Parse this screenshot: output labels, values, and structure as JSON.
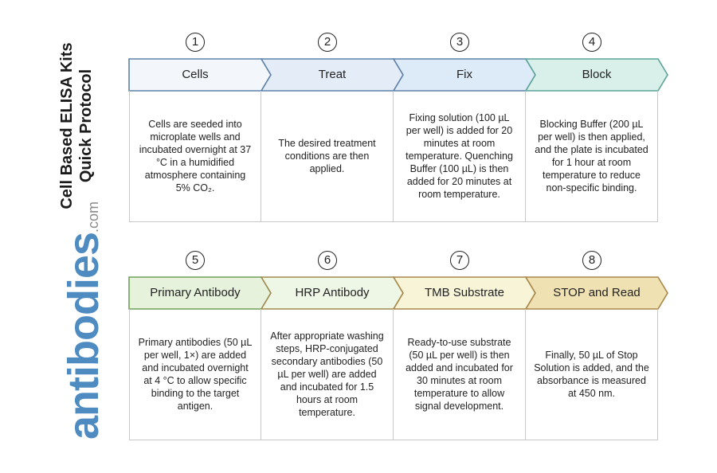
{
  "title": {
    "line1": "Cell Based ELISA Kits",
    "line2": "Quick Protocol"
  },
  "logo": {
    "text": "antibodies",
    "suffix": ".com",
    "color": "#4e8bc1"
  },
  "rows": [
    {
      "steps": [
        {
          "number": "1",
          "label": "Cells",
          "fill": "#f3f7fb",
          "stroke": "#5f82a8",
          "text": "Cells are seeded into microplate wells and incubated overnight at 37 °C in a humidified atmosphere containing 5% CO₂."
        },
        {
          "number": "2",
          "label": "Treat",
          "fill": "#e4ecf8",
          "stroke": "#5f82a8",
          "text": "The desired treatment conditions are then applied."
        },
        {
          "number": "3",
          "label": "Fix",
          "fill": "#ddeaf8",
          "stroke": "#5f82a8",
          "text": "Fixing solution (100 µL per well) is added for 20 minutes at room temperature. Quenching Buffer (100 µL) is then added for 20 minutes at room temperature."
        },
        {
          "number": "4",
          "label": "Block",
          "fill": "#d8efea",
          "stroke": "#5aa398",
          "text": "Blocking Buffer (200 µL per well) is then applied, and the plate is incubated for 1 hour at room temperature to reduce non-specific binding."
        }
      ]
    },
    {
      "steps": [
        {
          "number": "5",
          "label": "Primary Antibody",
          "fill": "#e6f2dc",
          "stroke": "#6f9f58",
          "text": "Primary antibodies (50 µL per well, 1×) are added and incubated overnight at 4 °C to allow specific binding to the target antigen."
        },
        {
          "number": "6",
          "label": "HRP Antibody",
          "fill": "#eef6e5",
          "stroke": "#a08a4e",
          "text": "After appropriate washing steps, HRP-conjugated secondary antibodies (50 µL per well) are added and incubated for 1.5 hours at room temperature."
        },
        {
          "number": "7",
          "label": "TMB Substrate",
          "fill": "#f7f4d8",
          "stroke": "#a8874a",
          "text": "Ready-to-use substrate (50 µL per well) is then added and incubated for 30 minutes at room temperature to allow signal development."
        },
        {
          "number": "8",
          "label": "STOP and Read",
          "fill": "#f0e1b3",
          "stroke": "#a8874a",
          "text": "Finally, 50 µL of Stop Solution is added, and the absorbance is measured at 450 nm."
        }
      ]
    }
  ]
}
